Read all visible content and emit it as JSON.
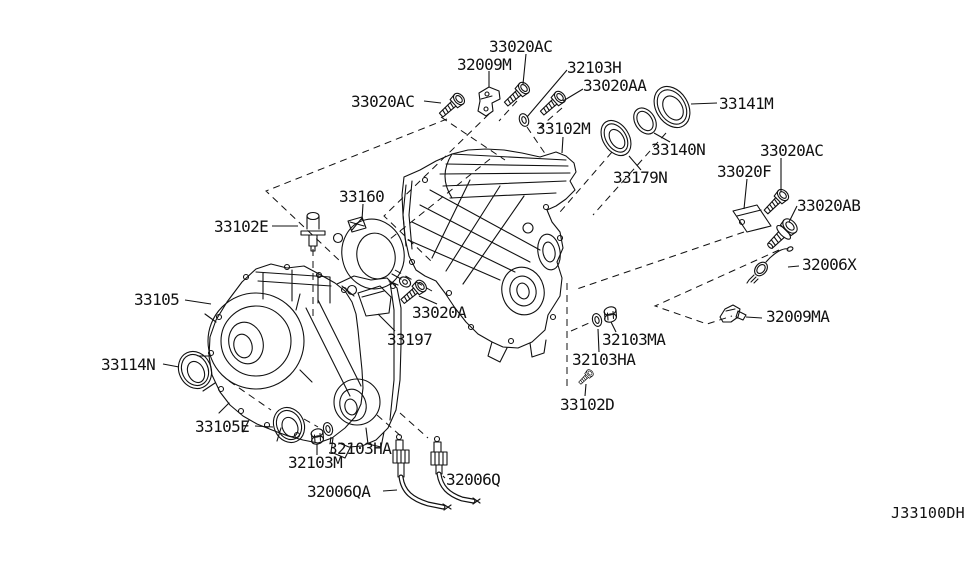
{
  "colors": {
    "background": "#ffffff",
    "line": "#111111",
    "text": "#111111"
  },
  "footer": {
    "diagram_code": "J33100DH"
  },
  "part_labels": [
    {
      "part_no": "33020AC"
    },
    {
      "part_no": "32009M"
    },
    {
      "part_no": "32103H"
    },
    {
      "part_no": "33020AA"
    },
    {
      "part_no": "33020AC"
    },
    {
      "part_no": "33102M"
    },
    {
      "part_no": "33141M"
    },
    {
      "part_no": "33140N"
    },
    {
      "part_no": "33179N"
    },
    {
      "part_no": "33020AC"
    },
    {
      "part_no": "33020F"
    },
    {
      "part_no": "33020AB"
    },
    {
      "part_no": "32006X"
    },
    {
      "part_no": "33160"
    },
    {
      "part_no": "33102E"
    },
    {
      "part_no": "33105"
    },
    {
      "part_no": "33020A"
    },
    {
      "part_no": "33197"
    },
    {
      "part_no": "32103MA"
    },
    {
      "part_no": "32103HA"
    },
    {
      "part_no": "33102D"
    },
    {
      "part_no": "32009MA"
    },
    {
      "part_no": "33114N"
    },
    {
      "part_no": "33105E"
    },
    {
      "part_no": "32103HA"
    },
    {
      "part_no": "32103M"
    },
    {
      "part_no": "32006QA"
    },
    {
      "part_no": "32006Q"
    }
  ]
}
